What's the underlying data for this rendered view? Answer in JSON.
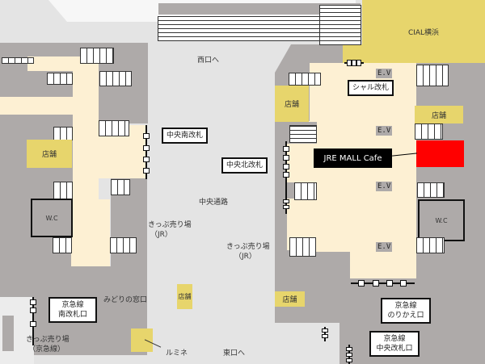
{
  "labels": {
    "west_exit": "西口へ",
    "east_exit": "東口へ",
    "central_passage": "中央通路",
    "ticket_jr_left": "きっぷ売り場",
    "jr_left": "（JR）",
    "ticket_jr_right": "きっぷ売り場",
    "jr_right": "（JR）",
    "midori": "みどりの窓口",
    "lumine": "ルミネ",
    "ticket_keikyu": "きっぷ売り場",
    "keikyu_paren": "（京急線）",
    "cial": "CIAL横浜",
    "shop": "店舗",
    "wc": "W.C",
    "ev": "E.V"
  },
  "callouts": {
    "central_south_gate": "中央南改札",
    "central_north_gate": "中央北改札",
    "cial_gate": "シャル改札",
    "cafe": "JRE MALL Cafe",
    "keikyu_south": [
      "京急線",
      "南改札口"
    ],
    "keikyu_transfer": [
      "京急線",
      "のりかえ口"
    ],
    "keikyu_central": [
      "京急線",
      "中央改札口"
    ]
  },
  "colors": {
    "cafe": "#ff0000",
    "shop": "#e7d56c",
    "concourse": "#fdf0d3",
    "area": "#aeaaa9"
  }
}
